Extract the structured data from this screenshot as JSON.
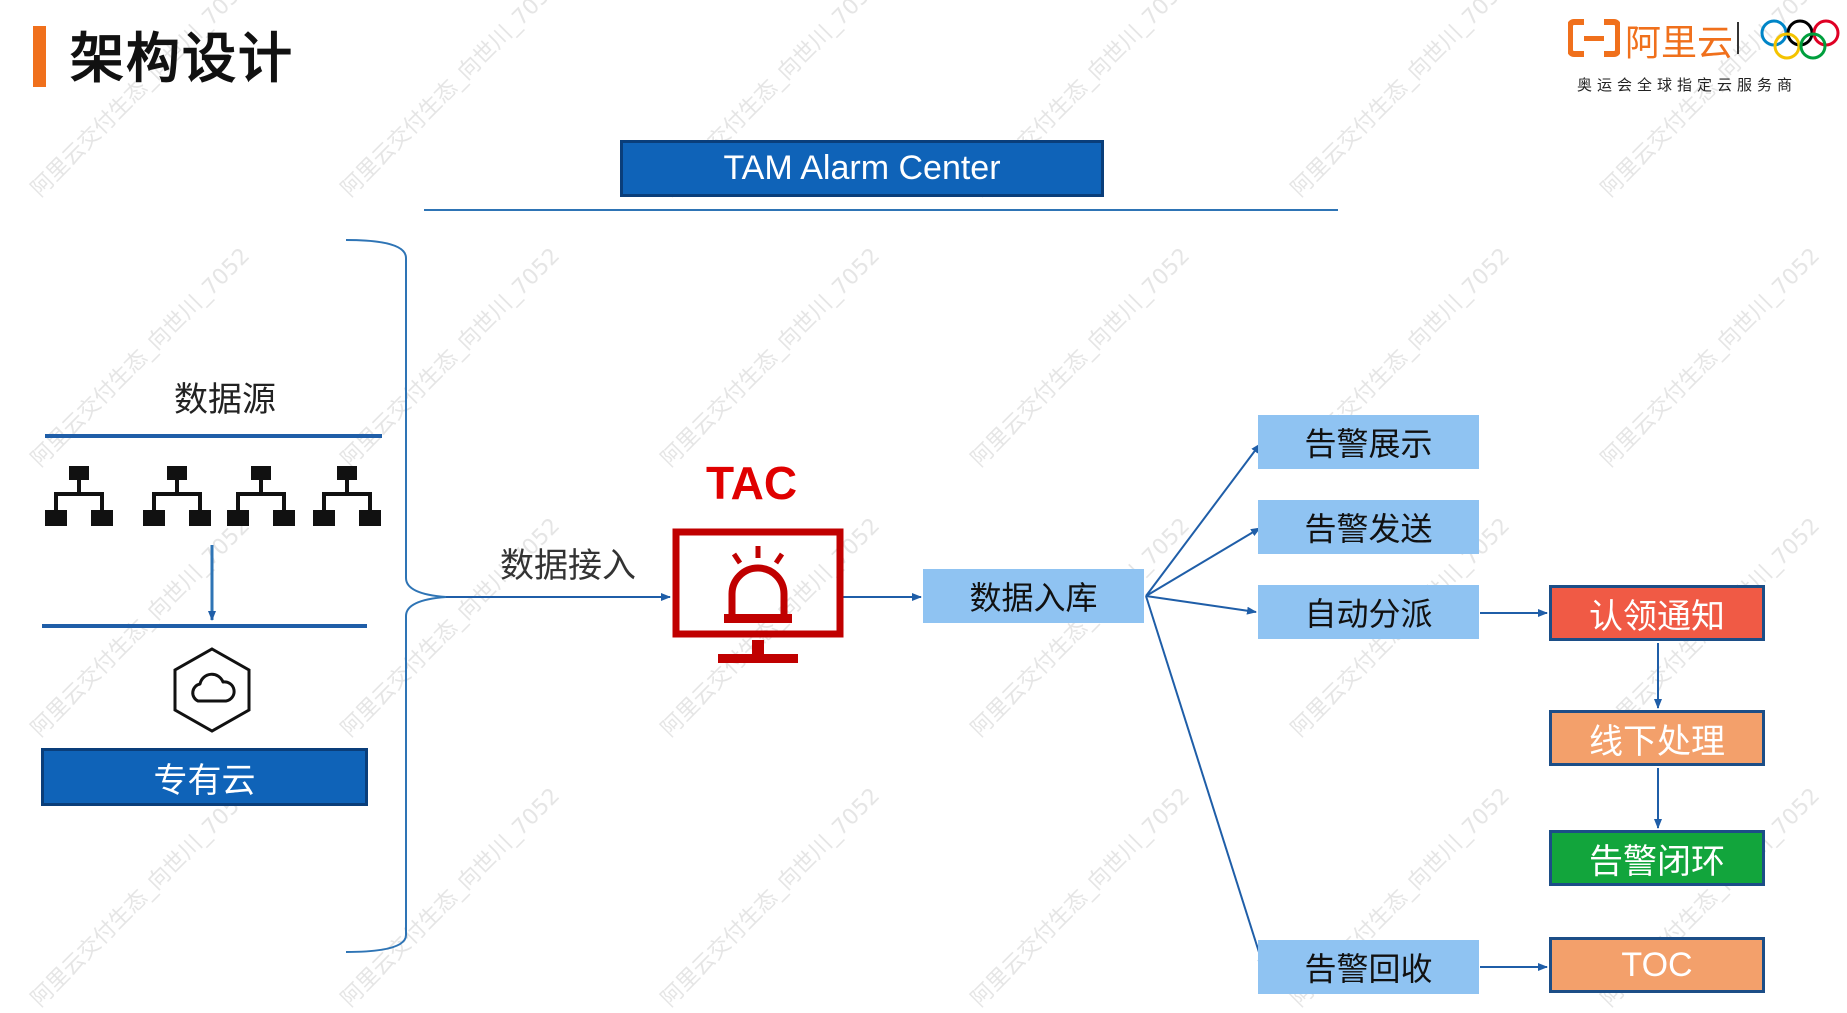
{
  "header": {
    "title": "架构设计",
    "logo_text": "阿里云",
    "logo_tagline": "奥运会全球指定云服务商"
  },
  "system_title": "TAM Alarm Center",
  "left_panel": {
    "source_label": "数据源",
    "cloud_label": "专有云"
  },
  "ingest_label": "数据接入",
  "tac_label": "TAC",
  "nodes": {
    "store": "数据入库",
    "display": "告警展示",
    "send": "告警发送",
    "dispatch": "自动分派",
    "recycle": "告警回收"
  },
  "steps": {
    "claim": "认领通知",
    "offline": "线下处理",
    "close": "告警闭环",
    "toc": "TOC"
  },
  "watermark": "阿里云交付生态_向世川_7052",
  "colors": {
    "accent_orange": "#f0701c",
    "primary_blue": "#0f63b8",
    "node_light_blue": "#8fc3f2",
    "alert_red": "#c00000",
    "claim_red": "#f05a45",
    "offline_orange": "#f3a06b",
    "close_green": "#12a53c"
  }
}
